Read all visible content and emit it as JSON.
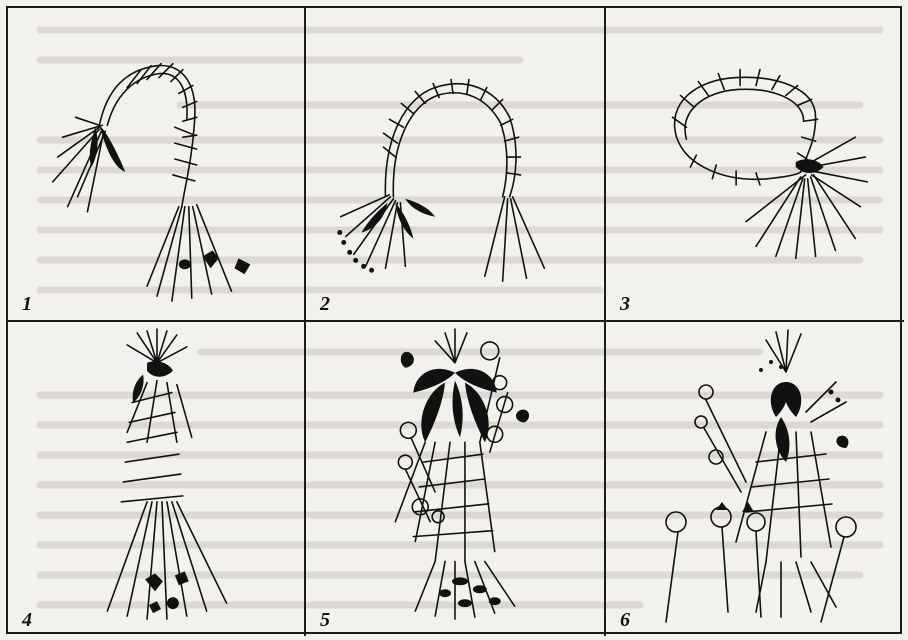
{
  "panels": [
    {
      "label": "1"
    },
    {
      "label": "2"
    },
    {
      "label": "3"
    },
    {
      "label": "4"
    },
    {
      "label": "5"
    },
    {
      "label": "6"
    }
  ],
  "colors": {
    "ink": "#111111",
    "paper": "#f3f1ec",
    "ghost_text": "#d9d6cf"
  }
}
